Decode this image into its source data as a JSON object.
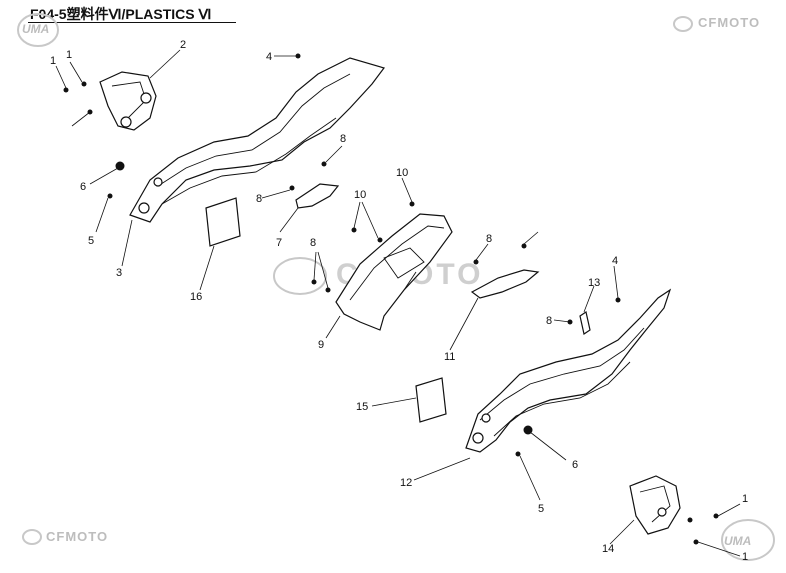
{
  "header": {
    "title": "F04-5塑料件Ⅵ/PLASTICS Ⅵ"
  },
  "watermarks": {
    "brand": "CFMOTO",
    "uma": "UMA"
  },
  "callouts": [
    {
      "id": "c1a",
      "label": "1"
    },
    {
      "id": "c1b",
      "label": "1"
    },
    {
      "id": "c2",
      "label": "2"
    },
    {
      "id": "c3",
      "label": "3"
    },
    {
      "id": "c4a",
      "label": "4"
    },
    {
      "id": "c5a",
      "label": "5"
    },
    {
      "id": "c6a",
      "label": "6"
    },
    {
      "id": "c7",
      "label": "7"
    },
    {
      "id": "c8a",
      "label": "8"
    },
    {
      "id": "c8b",
      "label": "8"
    },
    {
      "id": "c9",
      "label": "9"
    },
    {
      "id": "c10a",
      "label": "10"
    },
    {
      "id": "c10b",
      "label": "10"
    },
    {
      "id": "c16",
      "label": "16"
    },
    {
      "id": "c8c",
      "label": "8"
    },
    {
      "id": "c8d",
      "label": "8"
    },
    {
      "id": "c11",
      "label": "11"
    },
    {
      "id": "c13",
      "label": "13"
    },
    {
      "id": "c4b",
      "label": "4"
    },
    {
      "id": "c8e",
      "label": "8"
    },
    {
      "id": "c15",
      "label": "15"
    },
    {
      "id": "c6b",
      "label": "6"
    },
    {
      "id": "c12",
      "label": "12"
    },
    {
      "id": "c5b",
      "label": "5"
    },
    {
      "id": "c1c",
      "label": "1"
    },
    {
      "id": "c1d",
      "label": "1"
    },
    {
      "id": "c14",
      "label": "14"
    }
  ]
}
